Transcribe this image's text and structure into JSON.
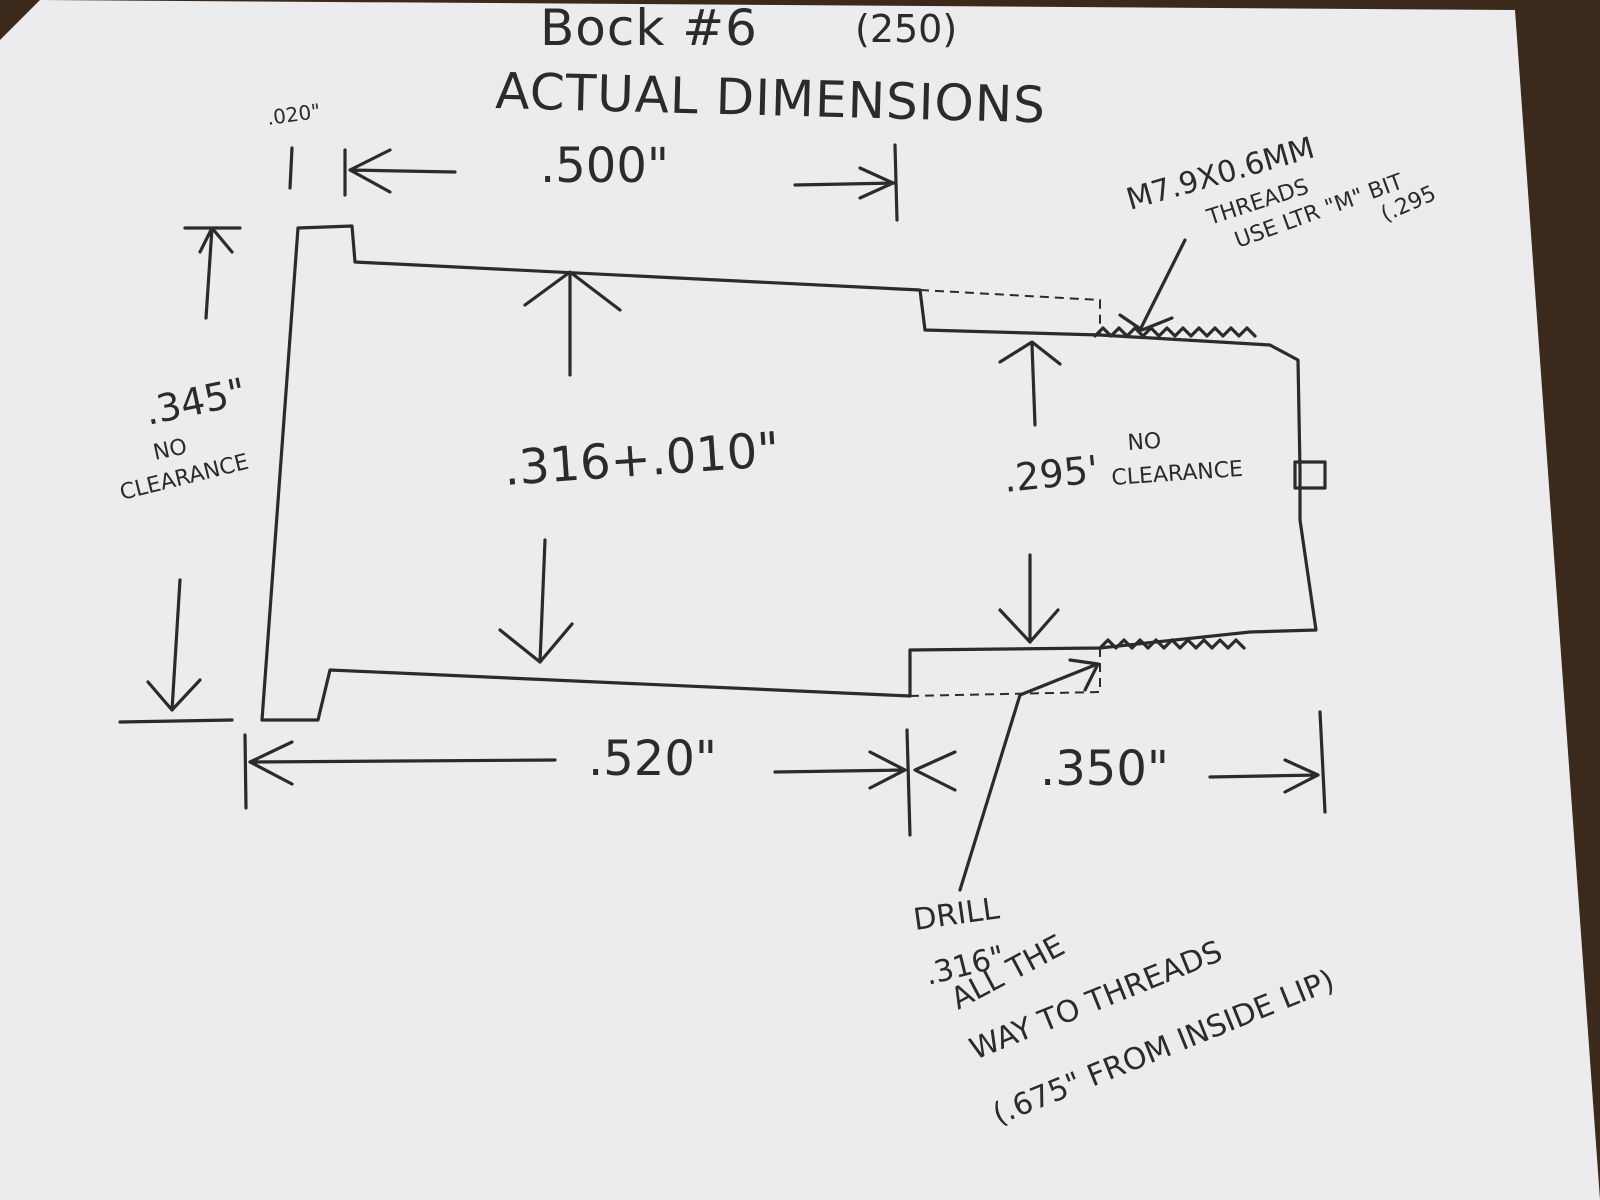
{
  "drawing": {
    "title_line1": "Bock #6",
    "title_paren": "(250)",
    "title_line2": "ACTUAL DIMENSIONS",
    "dims": {
      "top_small": ".020\"",
      "top_length": ".500\"",
      "left_height": ".345\"",
      "left_note_1": "NO",
      "left_note_2": "CLEARANCE",
      "center_bore": ".316+.010\"",
      "right_bore": ".295'",
      "right_note_1": "NO",
      "right_note_2": "CLEARANCE",
      "bottom_left": ".520\"",
      "bottom_right": ".350\""
    },
    "thread_note": {
      "line1": "M7.9X0.6MM",
      "line2": "THREADS",
      "line3": "USE LTR \"M\" BIT",
      "line4": "(.295"
    },
    "drill_note": {
      "line1": "DRILL",
      "line2": ".316\"",
      "line3": "ALL THE",
      "line4": "WAY TO THREADS",
      "line5": "(.675\" FROM INSIDE LIP)"
    },
    "colors": {
      "paper": "#ececef",
      "ink": "#2b2b2b",
      "background": "#3b2a1c"
    }
  }
}
